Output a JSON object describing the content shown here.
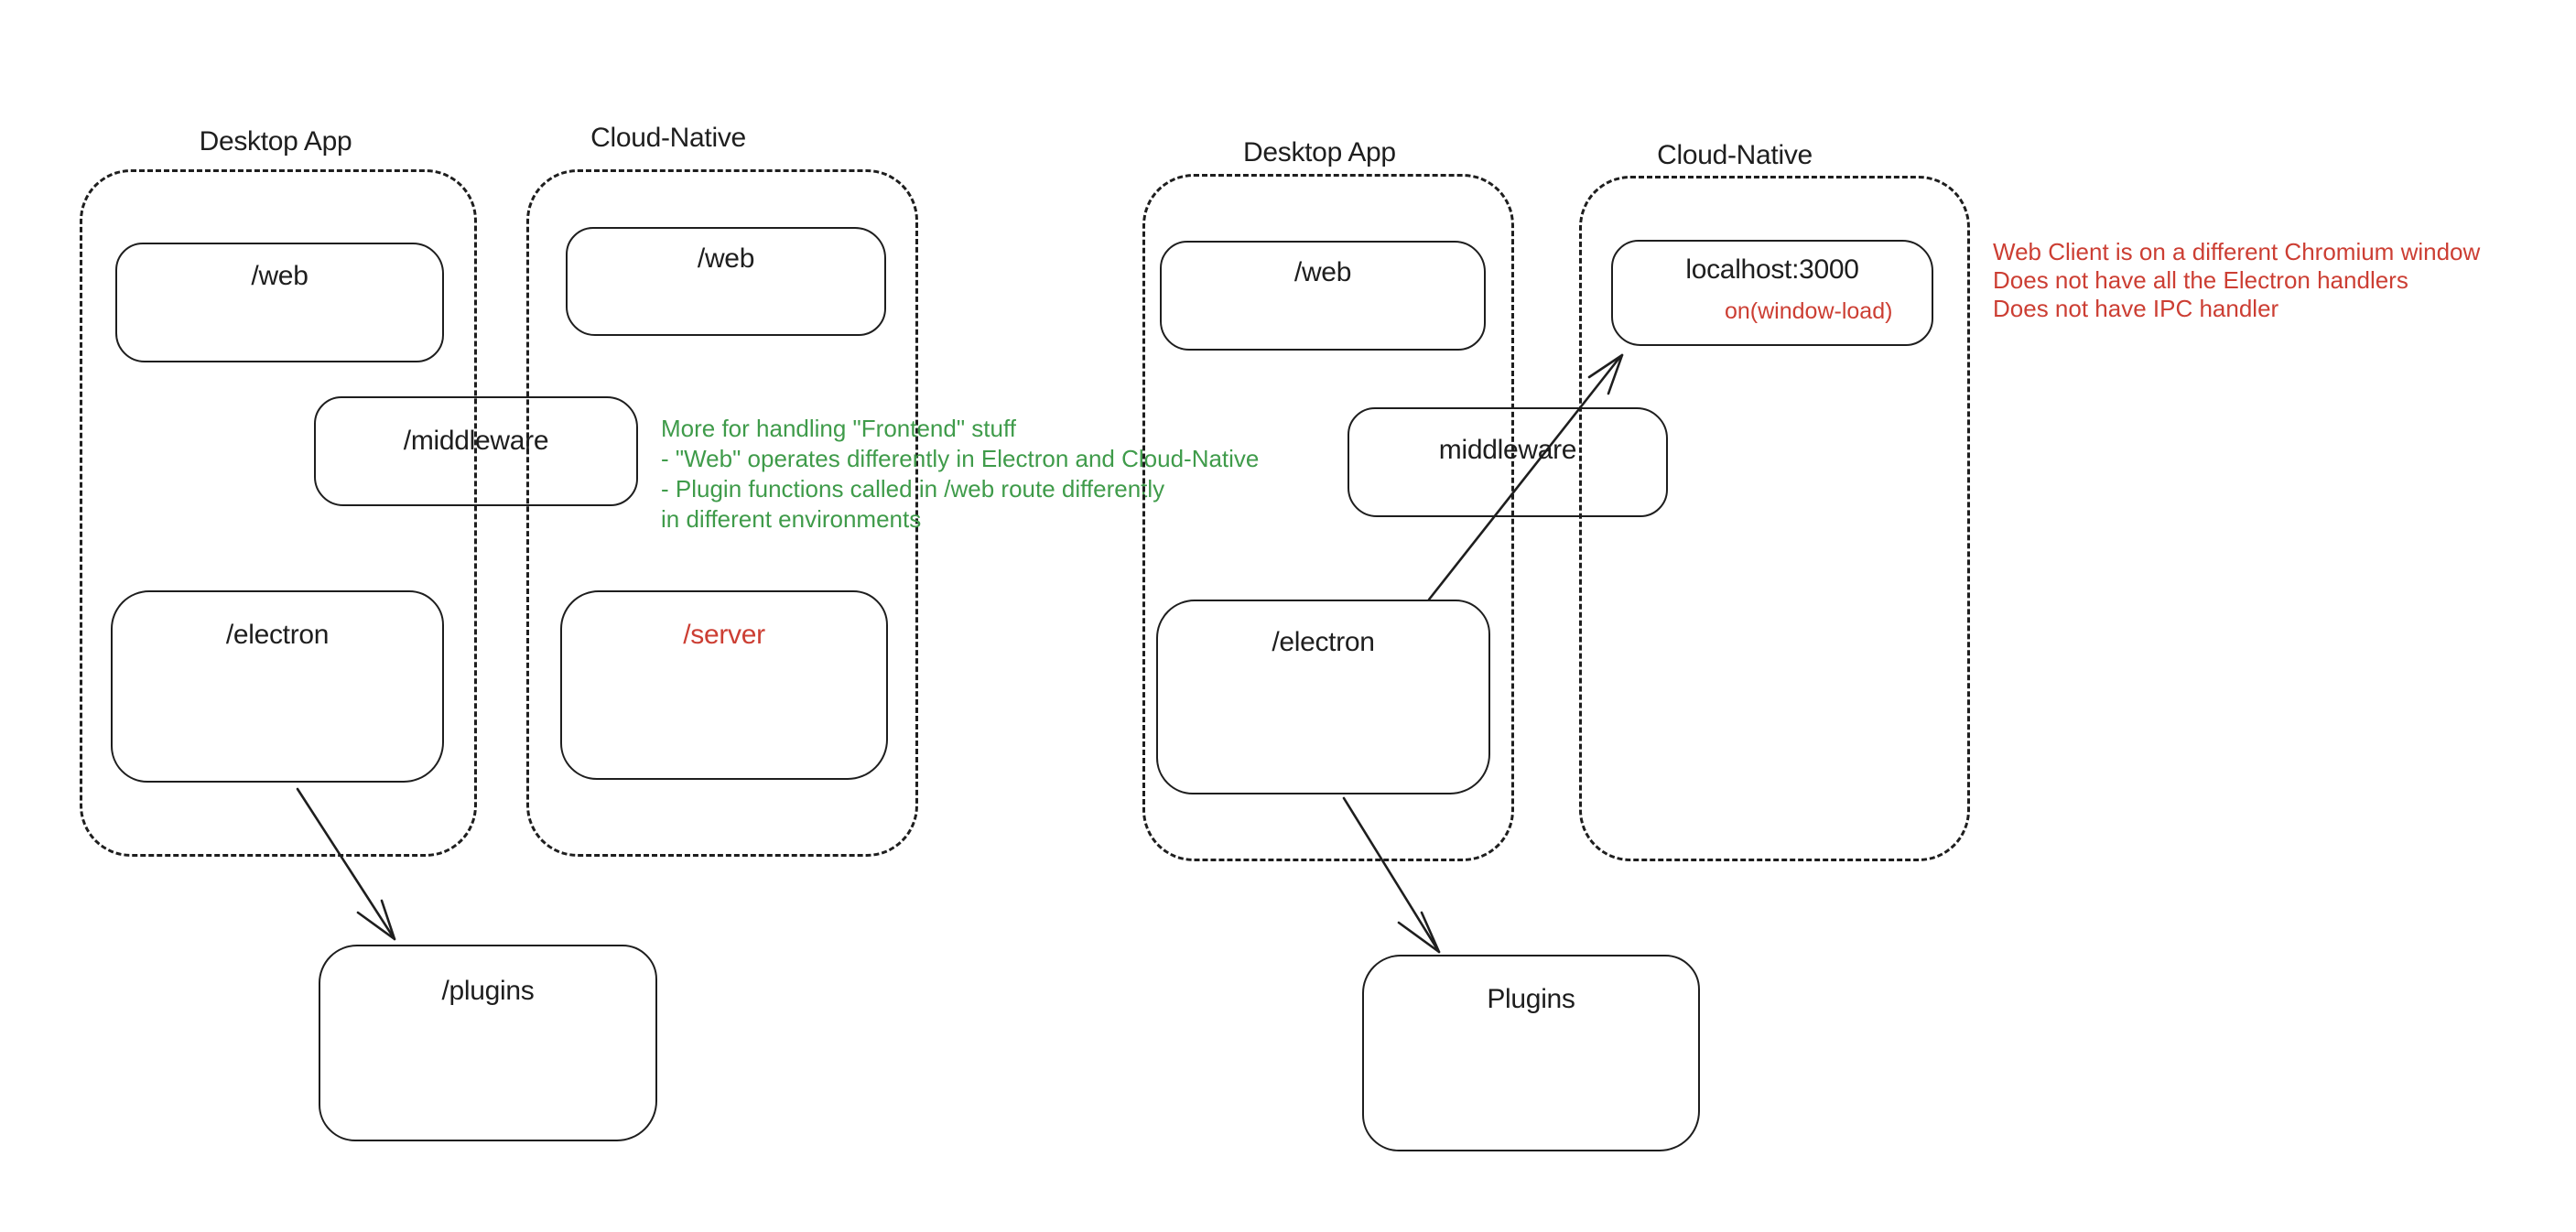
{
  "canvas": {
    "colors": {
      "background": "#ffffff",
      "stroke": "#1e1e1e",
      "green": "#3f9b4a",
      "red": "#cc3e33"
    }
  },
  "diagram_left": {
    "desktop_container_label": "Desktop App",
    "cloud_container_label": "Cloud-Native",
    "web_desktop_label": "/web",
    "web_cloud_label": "/web",
    "middleware_label": "/middleware",
    "electron_label": "/electron",
    "server_label": "/server",
    "plugins_label": "/plugins",
    "note_green_lines": [
      "More for handling \"Frontend\" stuff",
      "- \"Web\" operates differently in Electron and Cloud-Native",
      "- Plugin functions called in /web route differently",
      "in different environments"
    ]
  },
  "diagram_right": {
    "desktop_container_label": "Desktop App",
    "cloud_container_label": "Cloud-Native",
    "web_label": "/web",
    "localhost_label": "localhost:3000",
    "localhost_event_label": "on(window-load)",
    "middleware_label": "middleware",
    "electron_label": "/electron",
    "plugins_label": "Plugins",
    "note_red_lines": [
      "Web Client is on a different Chromium window",
      "Does not have all the Electron handlers",
      "Does not have IPC handler"
    ]
  }
}
